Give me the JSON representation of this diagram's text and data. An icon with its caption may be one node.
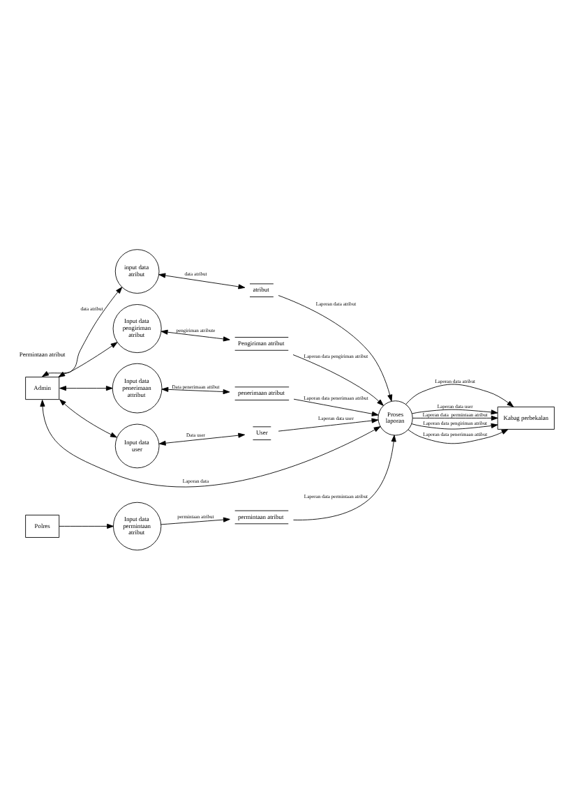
{
  "diagram": {
    "nodes": [
      {
        "text": [
          "Admin"
        ]
      },
      {
        "text": [
          "input data atribut"
        ]
      },
      {
        "text": [
          "atribut"
        ]
      },
      {
        "text": [
          "Polres"
        ]
      },
      {
        "text": [
          "Input data permintaan atribut"
        ]
      },
      {
        "text": [
          "permintaan atribut"
        ]
      },
      {
        "text": [
          "Input data pengiriman atribut"
        ]
      },
      {
        "text": [
          "Pengiriman atribut"
        ]
      },
      {
        "text": [
          "Input data penerimaan attribut"
        ]
      },
      {
        "text": [
          "penerimaan atribut"
        ]
      },
      {
        "text": [
          "Kabag perbekalan"
        ]
      },
      {
        "text": [
          "Input data user"
        ]
      },
      {
        "text": [
          "User"
        ]
      },
      {
        "text": [
          "Proses laporan"
        ]
      }
    ],
    "edges": [
      {
        "from": 0,
        "to": 1,
        "arrow": "both",
        "label": "data atribut"
      },
      {
        "from": 1,
        "to": 2,
        "arrow": "both",
        "label": "data atribut"
      },
      {
        "from": 3,
        "to": 4,
        "arrow": "to"
      },
      {
        "from": 4,
        "to": 5,
        "arrow": "to",
        "label": "permintaan atribut"
      },
      {
        "from": 0,
        "to": 6,
        "arrow": "both"
      },
      {
        "from": 0,
        "to": 8,
        "arrow": "both"
      },
      {
        "from": 0,
        "to": 11,
        "arrow": "both"
      },
      {
        "from": 6,
        "to": 7,
        "arrow": "both",
        "label": "pengiriman atribute"
      },
      {
        "from": 8,
        "to": 9,
        "arrow": "both",
        "label": "Data penerimaan attibut"
      },
      {
        "from": 11,
        "to": 12,
        "arrow": "both",
        "label": "Data user"
      },
      {
        "from": 0,
        "to": 13,
        "arrow": "both",
        "label": "Laporan data"
      },
      {
        "from": 13,
        "to": 10,
        "arrow": "to",
        "label": "Laporan data atribut"
      },
      {
        "from": 13,
        "to": 10,
        "arrow": "to",
        "label": "Laporan data user"
      },
      {
        "from": 12,
        "to": 13,
        "arrow": "to",
        "label": "Laporan data user"
      },
      {
        "from": 9,
        "to": 13,
        "arrow": "to",
        "label": "Laporan data penerimaan atribut"
      },
      {
        "from": 13,
        "to": 10,
        "arrow": "to",
        "label": "Laporan data  permintaan atribut"
      },
      {
        "from": 7,
        "to": 13,
        "arrow": "to",
        "label": "Laporan data pengiriman atribut"
      },
      {
        "from": 13,
        "to": 10,
        "arrow": "to",
        "label": "Laporan data pengiriman atribut"
      },
      {
        "from": 5,
        "to": 13,
        "arrow": "to",
        "label": "Laporan data permintaan atribut"
      },
      {
        "from": 13,
        "to": 10,
        "arrow": "to",
        "label": "Laporan data penerimaan attibut"
      },
      {
        "from": 2,
        "to": 13,
        "arrow": "to",
        "label": "Laporan data atribut"
      }
    ],
    "labels": [
      "Permintaan atribut"
    ]
  }
}
